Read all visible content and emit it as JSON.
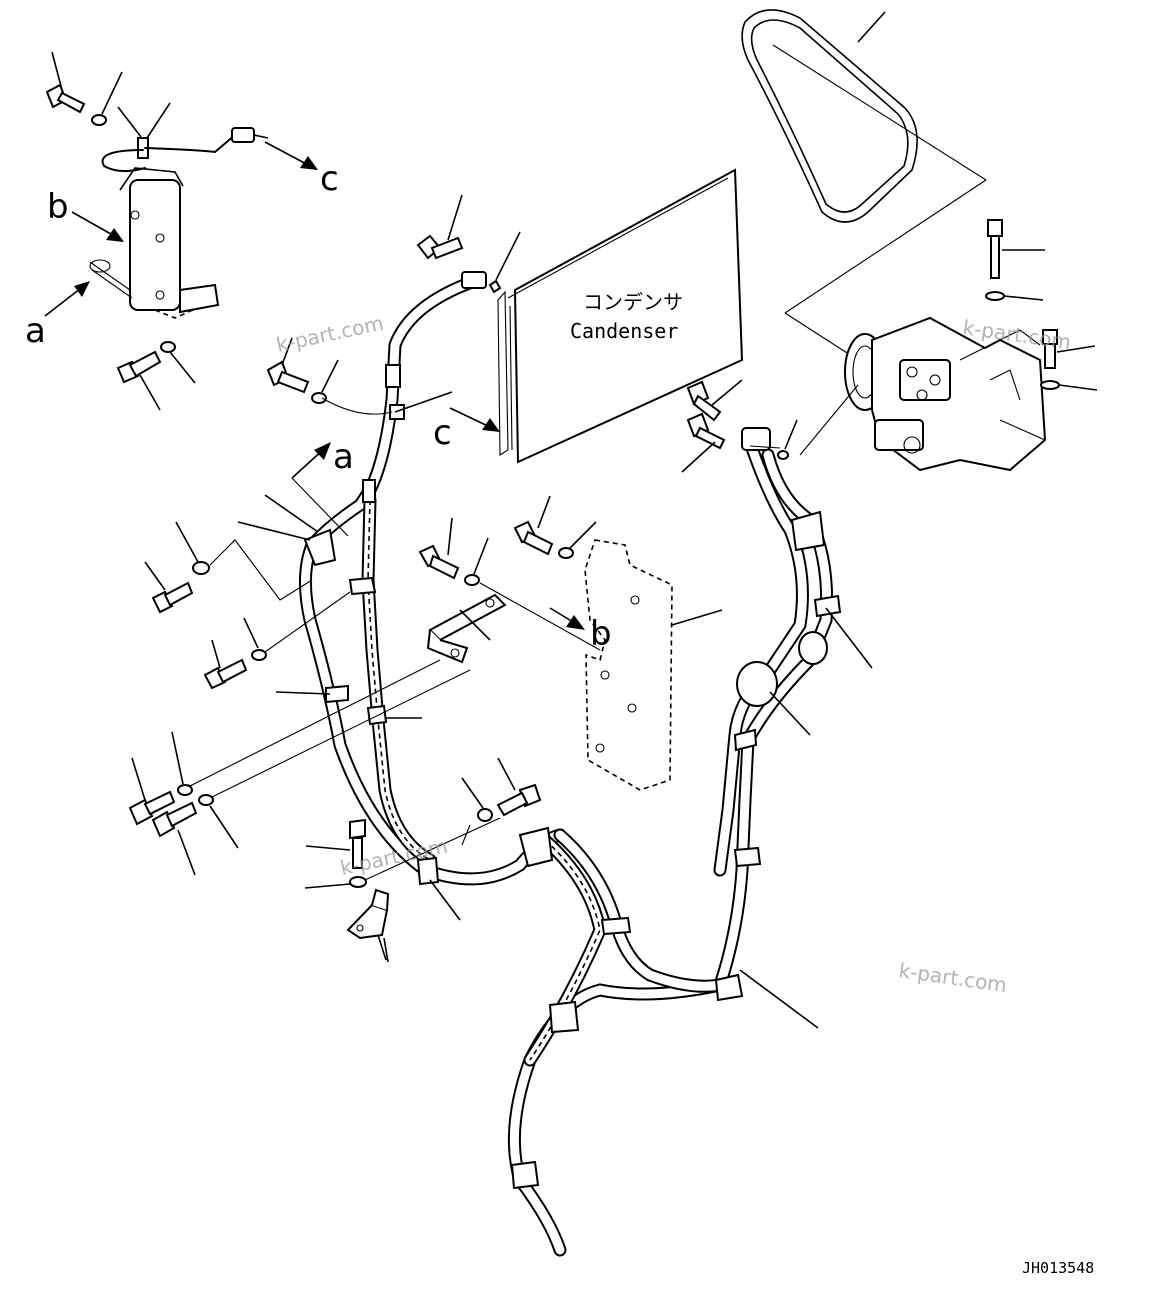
{
  "labels": {
    "condenser_jp": "コンデンサ",
    "condenser_en": "Candenser",
    "a": "a",
    "b": "b",
    "c": "c"
  },
  "watermark": "k-part.com",
  "doc_id": "JH013548"
}
